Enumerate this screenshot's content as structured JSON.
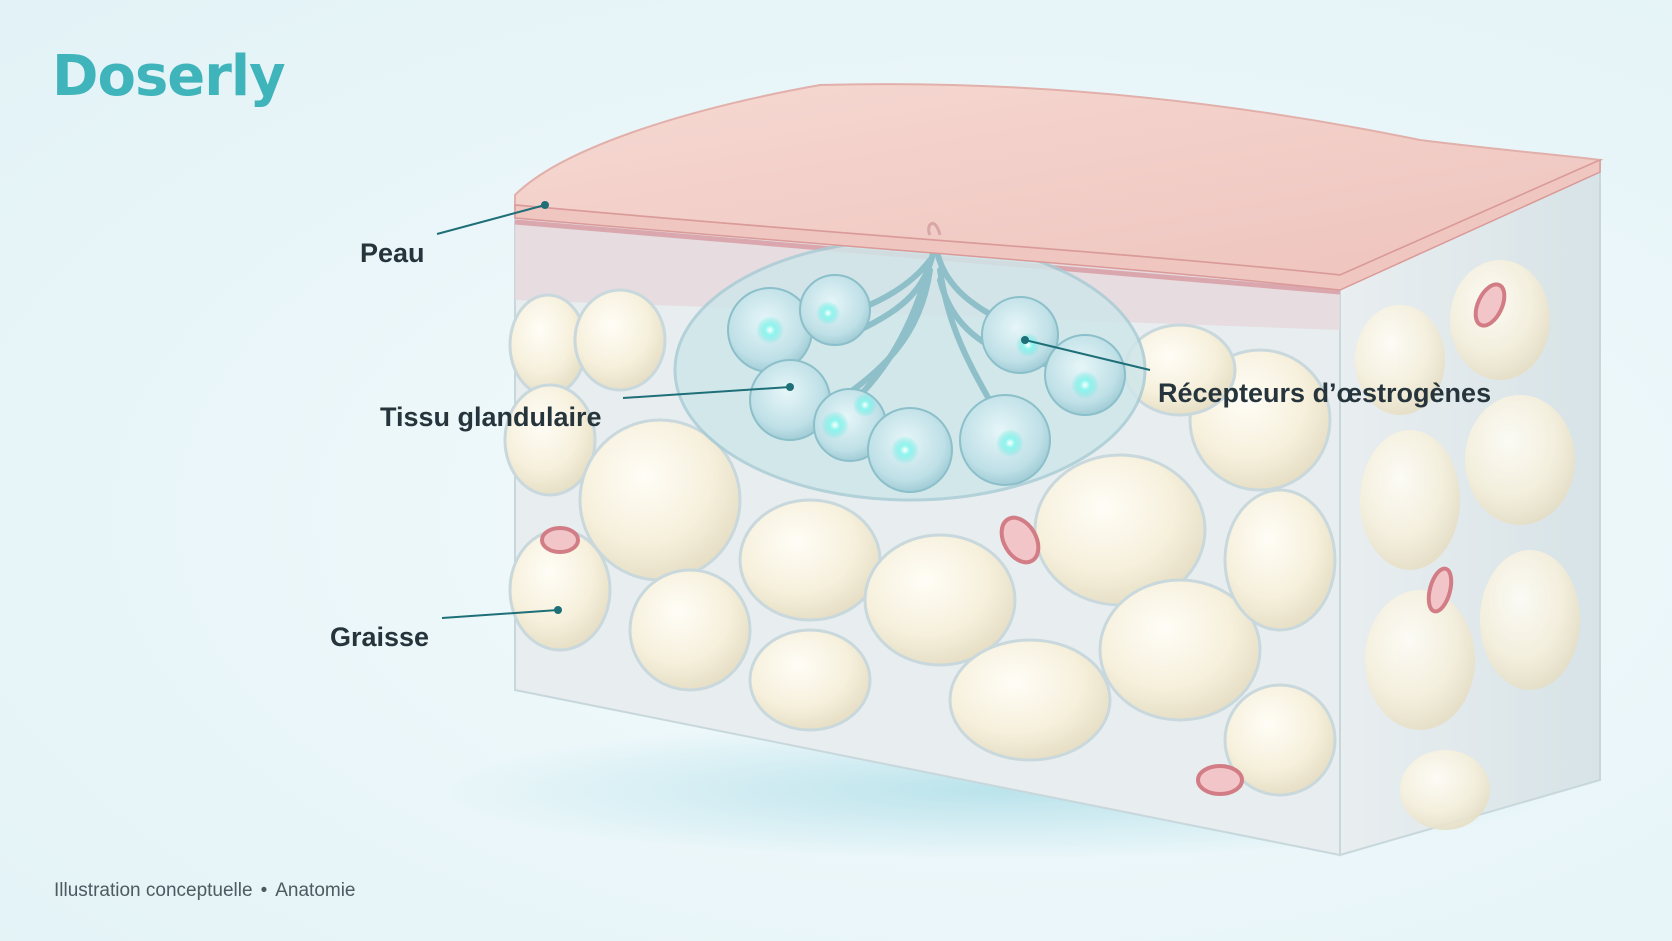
{
  "brand": {
    "name": "Doserly",
    "color": "#3fb4bb"
  },
  "labels": {
    "skin": "Peau",
    "gland": "Tissu glandulaire",
    "fat": "Graisse",
    "receptors": "Récepteurs d’œstrogènes"
  },
  "footer": {
    "left": "Illustration conceptuelle",
    "separator": "•",
    "right": "Anatomie"
  },
  "colors": {
    "leader_line": "#1f6f78",
    "receptor_glow": "#5fe7e0",
    "skin": "#f2c9c4",
    "fat": "#f4efdd",
    "gland": "#bfe1e8"
  }
}
